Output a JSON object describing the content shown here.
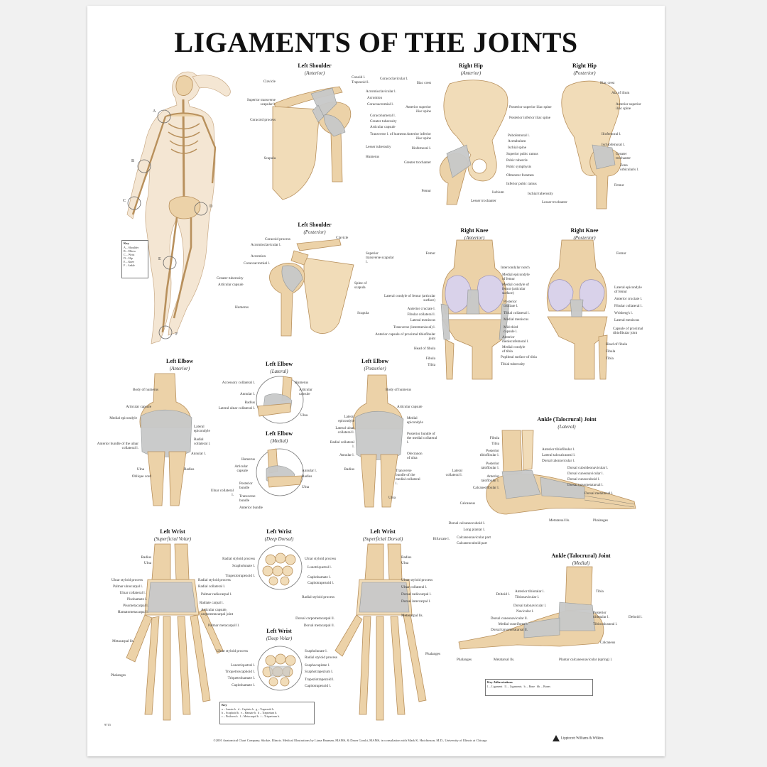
{
  "poster": {
    "title": "LIGAMENTS OF THE JOINTS",
    "catalog_number": "9715",
    "footer": "©2001 Anatomical Chart Company, Skokie, Illinois. Medical Illustrations by Liana Bauman, MAMS, & Dawn Gorski, MAMS, in consultation with Mark K. Hutchinson, M.D., University of Illinois at Chicago",
    "publisher": "Lippincott Williams & Wilkins"
  },
  "panels": {
    "shoulder_anterior": {
      "title": "Left Shoulder",
      "subtitle": "(Anterior)",
      "labels_left": [
        "Clavicle",
        "Superior transverse scapular l.",
        "Coracoid process",
        "Scapula"
      ],
      "labels_right": [
        "Conoid l.",
        "Trapezoid l.",
        "Coracoclavicular l.",
        "Acromioclavicular l.",
        "Acromion",
        "Coracoacromial l.",
        "Coracohumeral l.",
        "Greater tuberosity",
        "Articular capsule",
        "Transverse l. of humerus",
        "Lesser tuberosity",
        "Humerus"
      ]
    },
    "hip_anterior": {
      "title": "Right Hip",
      "subtitle": "(Anterior)",
      "labels_left": [
        "Iliac crest",
        "Anterior superior iliac spine",
        "Anterior inferior iliac spine",
        "Iliofemoral l.",
        "Greater trochanter",
        "Femur"
      ],
      "labels_right": [
        "Posterior superior iliac spine",
        "Posterior inferior iliac spine",
        "Pubofemoral l.",
        "Acetabulum",
        "Ischial spine",
        "Superior pubic ramus",
        "Pubic tubercle",
        "Pubic symphysis",
        "Obturator foramen",
        "Inferior pubic ramus",
        "Ischium",
        "Lesser trochanter"
      ]
    },
    "hip_posterior": {
      "title": "Right Hip",
      "subtitle": "(Posterior)",
      "labels": [
        "Iliac crest",
        "Ala of ilium",
        "Anterior superior iliac spine",
        "Iliofemoral l.",
        "Ischiofemoral l.",
        "Greater trochanter",
        "Zona orbicularis l.",
        "Femur",
        "Ischial tuberosity",
        "Lesser trochanter"
      ]
    },
    "shoulder_posterior": {
      "title": "Left Shoulder",
      "subtitle": "(Posterior)",
      "labels_left": [
        "Coracoid process",
        "Acromioclavicular l.",
        "Acromion",
        "Coracoacromial l.",
        "Greater tuberosity",
        "Articular capsule",
        "Humerus"
      ],
      "labels_right": [
        "Clavicle",
        "Superior transverse scapular l.",
        "Spine of scapula",
        "Scapula"
      ]
    },
    "knee_anterior": {
      "title": "Right Knee",
      "subtitle": "(Anterior)",
      "labels_left": [
        "Femur",
        "Lateral condyle of femur (articular surface)",
        "Anterior cruciate l.",
        "Fibular collateral l.",
        "Lateral meniscus",
        "Transverse (intermeniscal) l.",
        "Anterior capsule of proximal tibiofibular joint",
        "Head of fibula",
        "Fibula",
        "Tibia"
      ],
      "labels_right": [
        "Intercondylar notch",
        "Medial epicondyle of femur",
        "Medial condyle of femur (articular surface)",
        "Posterior cruciate l.",
        "Tibial collateral l.",
        "Medial meniscus",
        "Mid-third capsule l.",
        "Anterior meniscofemoral l.",
        "Medial condyle of tibia",
        "Popliteal surface of tibia",
        "Tibial tuberosity"
      ]
    },
    "knee_posterior": {
      "title": "Right Knee",
      "subtitle": "(Posterior)",
      "labels": [
        "Femur",
        "Lateral epicondyle of femur",
        "Anterior cruciate l.",
        "Fibular collateral l.",
        "Wrisberg's l.",
        "Lateral meniscus",
        "Capsule of proximal tibiofibular joint",
        "Head of fibula",
        "Fibula",
        "Tibia"
      ]
    },
    "elbow_anterior": {
      "title": "Left Elbow",
      "subtitle": "(Anterior)",
      "labels_left": [
        "Body of humerus",
        "Articular capsule",
        "Medial epicondyle",
        "Anterior bundle of the ulnar collateral l.",
        "Ulna",
        "Oblique cord"
      ],
      "labels_right": [
        "Lateral epicondyle",
        "Radial collateral l.",
        "Annular l.",
        "Radius"
      ]
    },
    "elbow_lateral": {
      "title": "Left Elbow",
      "subtitle": "(Lateral)",
      "labels_left": [
        "Accessory collateral l.",
        "Annular l.",
        "Radius",
        "Lateral ulnar collateral l."
      ],
      "labels_right": [
        "Humerus",
        "Articular capsule",
        "Ulna"
      ]
    },
    "elbow_medial": {
      "title": "Left Elbow",
      "subtitle": "(Medial)",
      "labels_left": [
        "Humerus",
        "Articular capsule",
        "Ulnar collateral l."
      ],
      "labels_right": [
        "Annular l.",
        "Radius",
        "Ulna",
        "Posterior bundle",
        "Transverse bundle",
        "Anterior bundle"
      ]
    },
    "elbow_posterior": {
      "title": "Left Elbow",
      "subtitle": "(Posterior)",
      "labels_left": [
        "Lateral epicondyle",
        "Lateral ulnar collateral l.",
        "Radial collateral l.",
        "Annular l.",
        "Radius"
      ],
      "labels_right": [
        "Body of humerus",
        "Articular capsule",
        "Medial epicondyle",
        "Posterior bundle of the medial collateral l.",
        "Olecranon of ulna",
        "Transverse bundle of the medial collateral l.",
        "Ulna"
      ]
    },
    "ankle_lateral": {
      "title": "Ankle (Talocrural) Joint",
      "subtitle": "(Lateral)",
      "labels_left": [
        "Fibula",
        "Tibia",
        "Posterior tibiofibular l.",
        "Posterior talofibular l.",
        "Lateral collateral l.",
        "Anterior talofibular l.",
        "Calcaneofibular l.",
        "Calcaneus",
        "Dorsal calcaneocuboid l.",
        "Long plantar l.",
        "Bifurcate l."
      ],
      "labels_right": [
        "Anterior tibiofibular l.",
        "Lateral talocalcaneal l.",
        "Dorsal talonavicular l.",
        "Dorsal cuboideonavicular l.",
        "Dorsal cuneonavicular l.",
        "Dorsal cuneocuboid l.",
        "Dorsal tarsometatarsal l.",
        "Dorsal metatarsal l.",
        "Metatarsal lls.",
        "Phalanges",
        "Calcaneonavicular part",
        "Calcaneocuboid part"
      ]
    },
    "ankle_medial": {
      "title": "Ankle (Talocrural) Joint",
      "subtitle": "(Medial)",
      "labels_left": [
        "Deltoid l.",
        "Anterior tibiotalar l.",
        "Tibionavicular l.",
        "Dorsal talonavicular l.",
        "Navicular l.",
        "Dorsal cuneonavicular ll.",
        "Medial cuneiform l.",
        "Dorsal tarsometatarsal ll.",
        "Phalanges",
        "Metatarsal lls."
      ],
      "labels_right": [
        "Tibia",
        "Posterior tibiotalar l.",
        "Tibiocalcaneal l.",
        "Deltoid l.",
        "Calcaneus",
        "Plantar calcaneonavicular (spring) l."
      ]
    },
    "wrist_superficial_volar": {
      "title": "Left Wrist",
      "subtitle": "(Superficial Volar)",
      "labels_left": [
        "Radius",
        "Ulna",
        "Ulnar styloid process",
        "Palmar ulnocarpal l.",
        "Ulnar collateral l.",
        "Pisohamate l.",
        "Pisometacarpal l.",
        "Hamatometacarpal l.",
        "Metacarpal lls.",
        "Phalanges"
      ],
      "labels_right": [
        "Radial styloid process",
        "Radial collateral l.",
        "Palmar radiocarpal l.",
        "Radiate carpal l.",
        "Articular capsule, carpometacarpal joint",
        "Palmar metacarpal ll."
      ]
    },
    "wrist_deep_dorsal": {
      "title": "Left Wrist",
      "subtitle": "(Deep Dorsal)",
      "labels_left": [
        "Radial styloid process",
        "Scapholunate l.",
        "Trapeziotrapezoid l."
      ],
      "labels_right": [
        "Ulnar styloid process",
        "Lunotriquetral l.",
        "Capitohamate l.",
        "Capitotrapezoid l."
      ]
    },
    "wrist_deep_volar": {
      "title": "Left Wrist",
      "subtitle": "(Deep Volar)",
      "labels_left": [
        "Ulnar styloid process",
        "Lunotriquetral l.",
        "Triquetroscaphoid l.",
        "Triquetrohamate l.",
        "Capitohamate l."
      ],
      "labels_right": [
        "Scapholunate l.",
        "Radial styloid process",
        "Scaphocapitate l.",
        "Scaphotrapezium l.",
        "Trapeziotrapezoid l.",
        "Capitotrapezoid l."
      ]
    },
    "wrist_superficial_dorsal": {
      "title": "Left Wrist",
      "subtitle": "(Superficial Dorsal)",
      "labels_left": [
        "Radial styloid process",
        "Dorsal carpometacarpal ll.",
        "Dorsal metacarpal ll."
      ],
      "labels_right": [
        "Radius",
        "Ulna",
        "Ulnar styloid process",
        "Ulnar collateral l.",
        "Dorsal radiocarpal l.",
        "Dorsal intercarpal l.",
        "Metacarpal lls.",
        "Phalanges"
      ]
    }
  },
  "key_body": {
    "title": "Key",
    "items": [
      "A – Shoulder",
      "B – Elbow",
      "C – Wrist",
      "D – Hip",
      "E – Knee",
      "F – Ankle"
    ]
  },
  "body_letters": [
    "A",
    "B",
    "C",
    "D",
    "E",
    "F"
  ],
  "key_carpals": {
    "title": "Key",
    "items": [
      "a – Lunate b.",
      "b – Scaphoid b.",
      "c – Pisiform b.",
      "d – Capitate b.",
      "e – Hamate b.",
      "f – Metacarpal b.",
      "g – Trapezoid b.",
      "h – Trapezium b.",
      "i – Triquetrum b."
    ]
  },
  "key_abbrev": {
    "title": "Key Abbreviations",
    "items": [
      "l. – Ligament",
      "ll. – Ligaments",
      "b. – Bone",
      "bb. – Bones"
    ]
  }
}
